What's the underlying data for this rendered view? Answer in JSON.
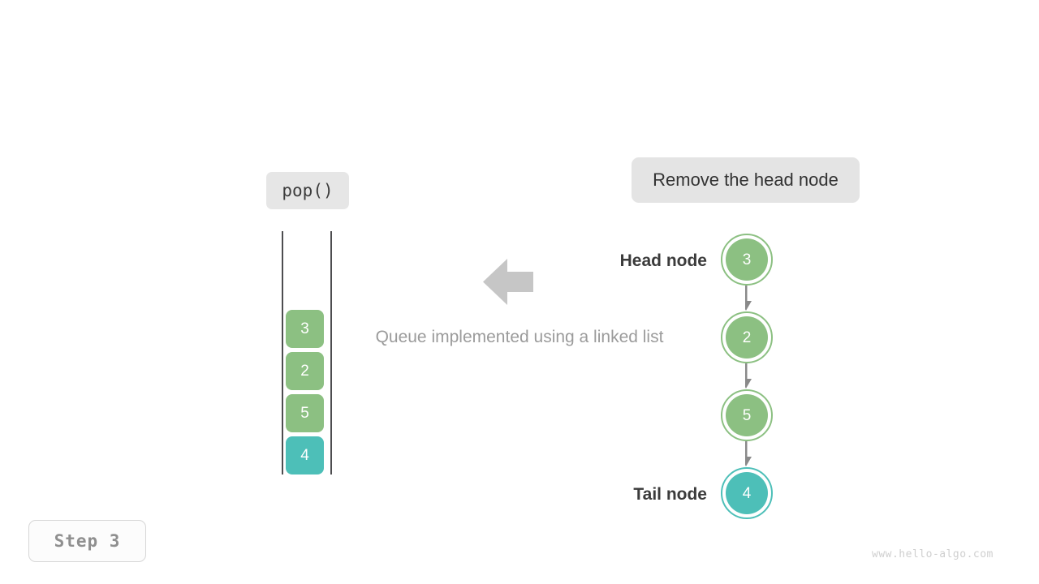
{
  "figure": {
    "caption": "Queue implemented using a linked list",
    "operation_label": "pop()",
    "description_label": "Remove the head node",
    "step_label": "Step 3",
    "watermark": "www.hello-algo.com",
    "flow_arrow_direction": "left"
  },
  "colors": {
    "green": "#8cc082",
    "teal": "#4dbfb8",
    "badge_gray": "#e5e5e5",
    "rail_gray": "#4d4d4f",
    "arrow_gray": "#c6c6c6",
    "edge_gray": "#8a8a8a",
    "caption_gray": "#9b9b9b",
    "label_dark": "#3b3b3b",
    "step_text_gray": "#8f8f8f",
    "watermark_gray": "#cfcfcf"
  },
  "queue": {
    "title": "queue-array-view",
    "cells": [
      {
        "value": "3",
        "color": "#8cc082",
        "highlight": false
      },
      {
        "value": "2",
        "color": "#8cc082",
        "highlight": false
      },
      {
        "value": "5",
        "color": "#8cc082",
        "highlight": false
      },
      {
        "value": "4",
        "color": "#4dbfb8",
        "highlight": true
      }
    ]
  },
  "linked_list": {
    "head_label": "Head node",
    "tail_label": "Tail node",
    "nodes": [
      {
        "value": "3",
        "color": "#8cc082",
        "role": "head"
      },
      {
        "value": "2",
        "color": "#8cc082",
        "role": "middle"
      },
      {
        "value": "5",
        "color": "#8cc082",
        "role": "middle"
      },
      {
        "value": "4",
        "color": "#4dbfb8",
        "role": "tail"
      }
    ],
    "edges": [
      {
        "from": "3",
        "to": "2"
      },
      {
        "from": "2",
        "to": "5"
      },
      {
        "from": "5",
        "to": "4"
      }
    ]
  }
}
